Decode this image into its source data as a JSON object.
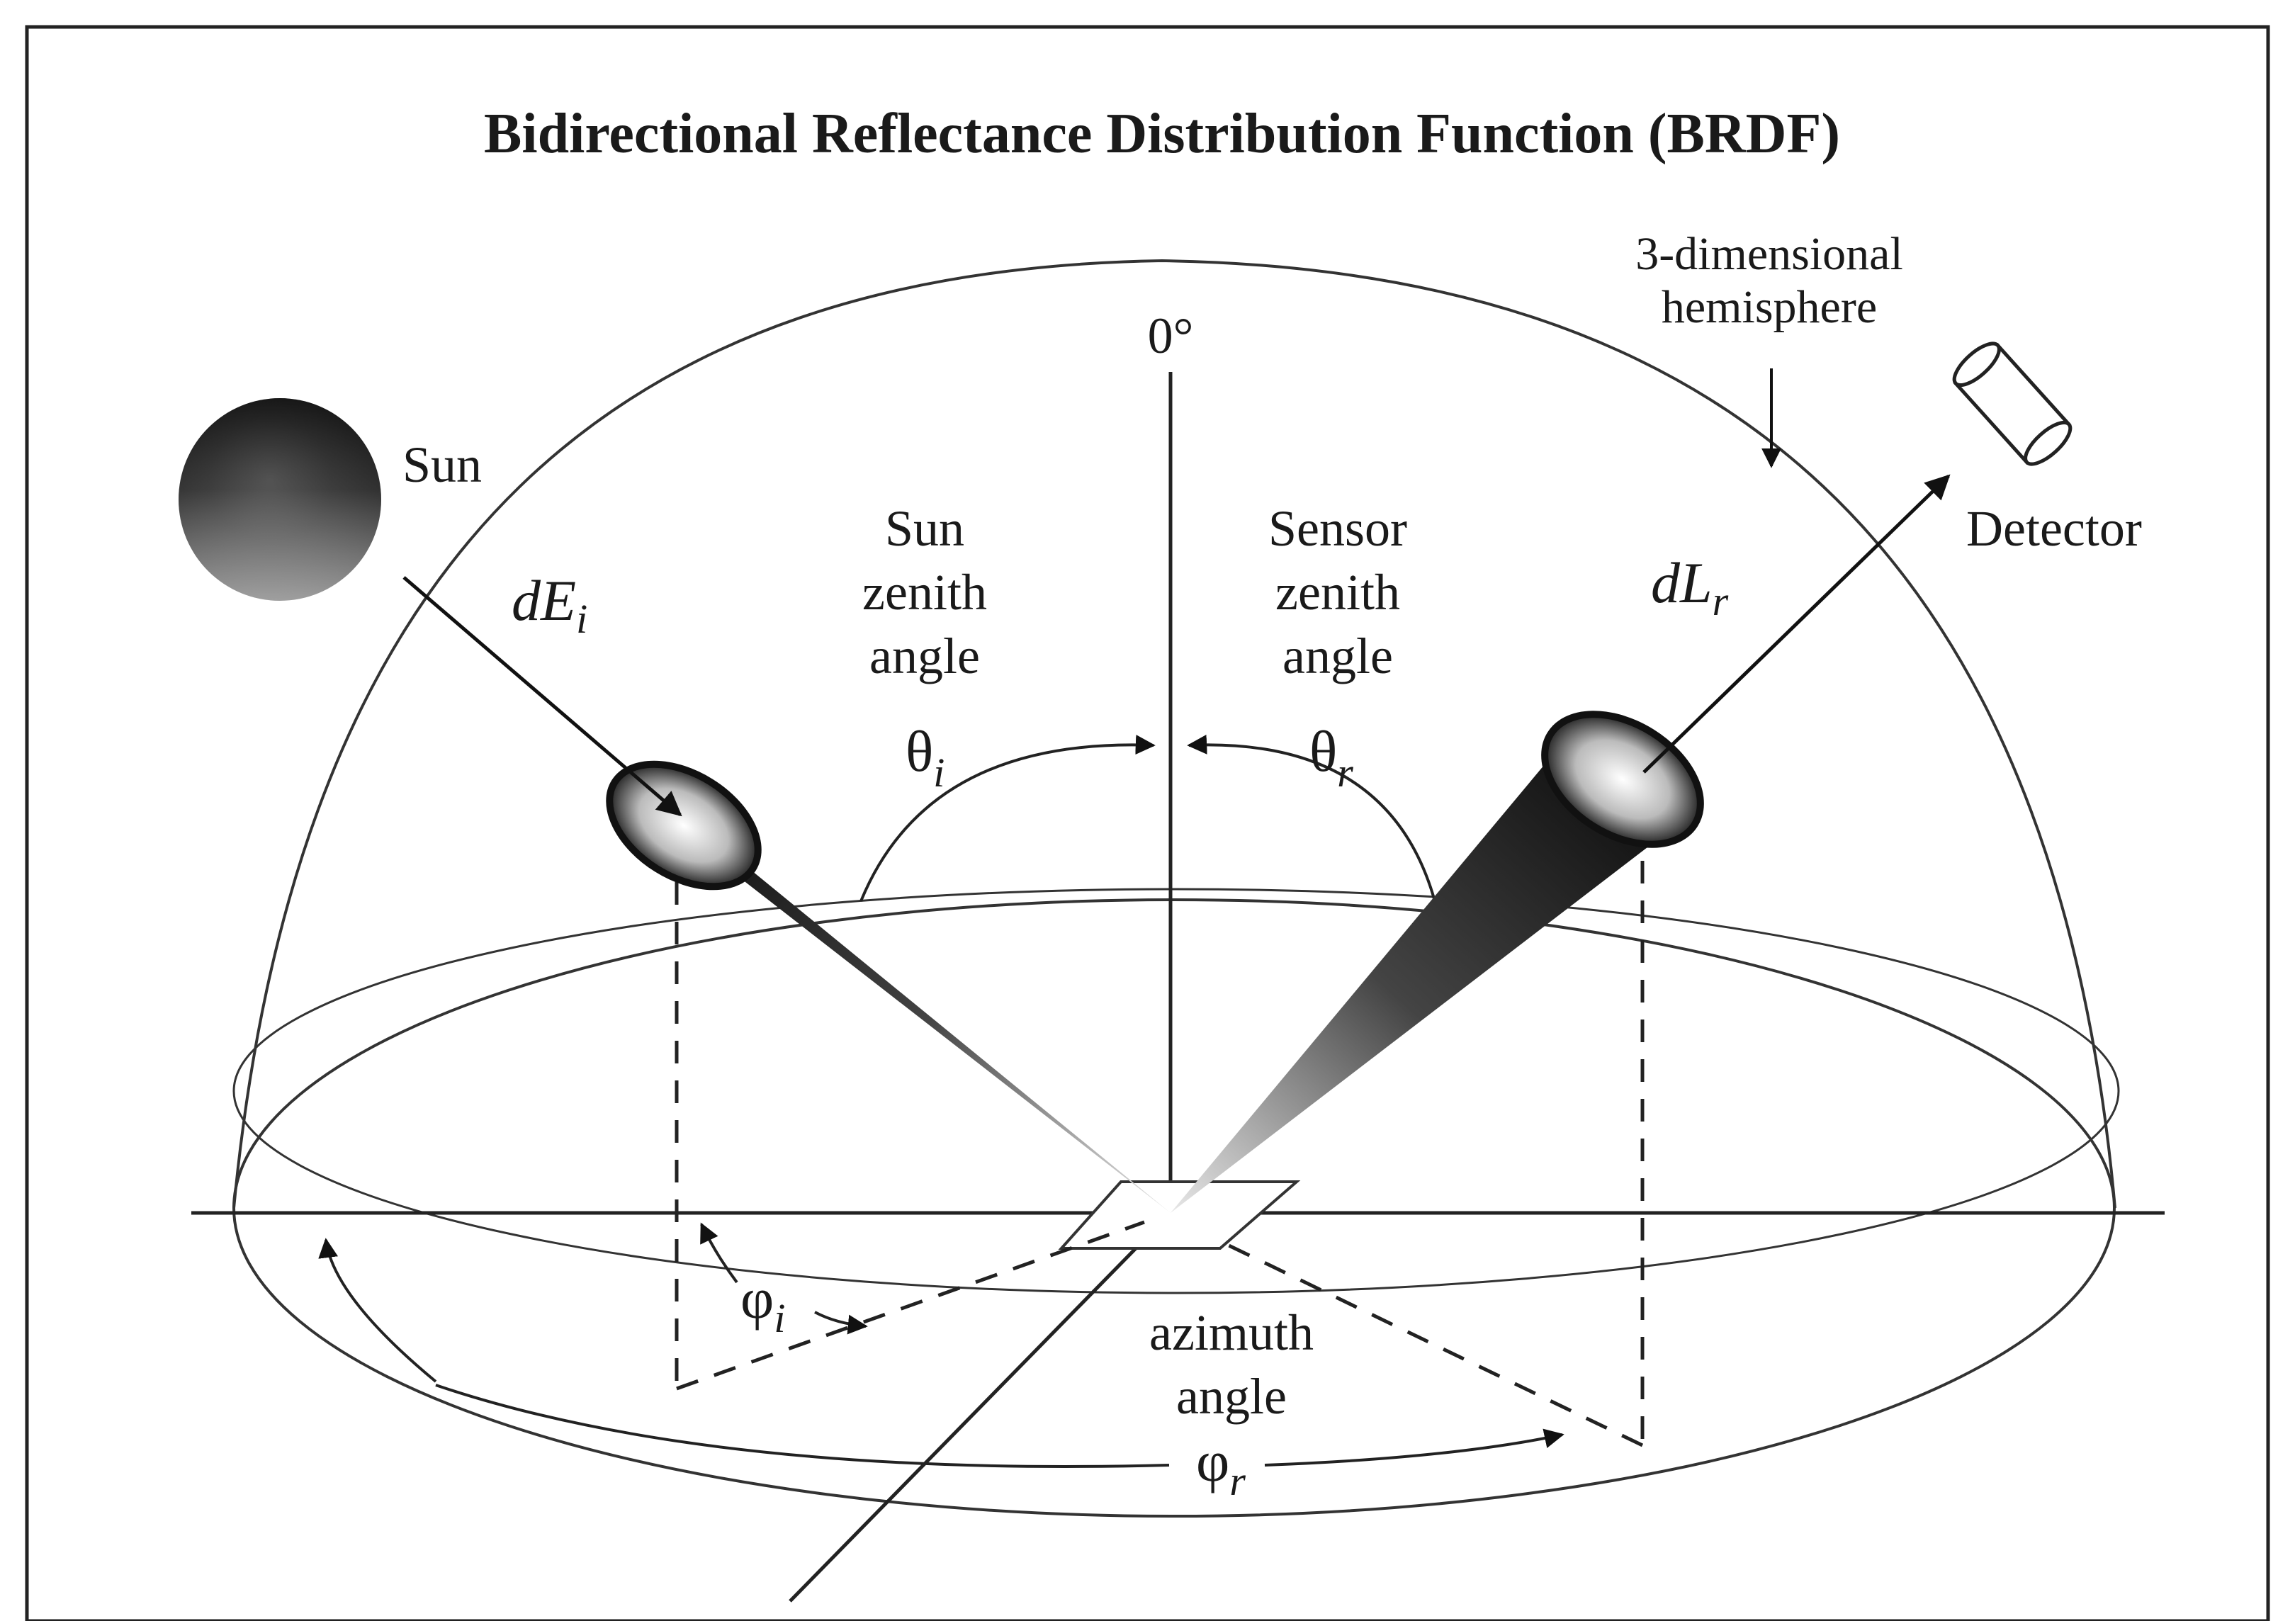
{
  "title": "Bidirectional Reflectance Distribution Function (BRDF)",
  "labels": {
    "zenith_zero": "0°",
    "hemisphere_line1": "3-dimensional",
    "hemisphere_line2": "hemisphere",
    "sun": "Sun",
    "detector": "Detector",
    "sun_zenith_line1": "Sun",
    "sun_zenith_line2": "zenith",
    "sun_zenith_line3": "angle",
    "sensor_zenith_line1": "Sensor",
    "sensor_zenith_line2": "zenith",
    "sensor_zenith_line3": "angle",
    "azimuth_line1": "azimuth",
    "azimuth_line2": "angle"
  },
  "symbols": {
    "dE_main": "dE",
    "dE_sub": "i",
    "dL_main": "dL",
    "dL_sub": "r",
    "theta_i_main": "θ",
    "theta_i_sub": "i",
    "theta_r_main": "θ",
    "theta_r_sub": "r",
    "phi_i_main": "φ",
    "phi_i_sub": "i",
    "phi_r_main": "φ",
    "phi_r_sub": "r"
  }
}
